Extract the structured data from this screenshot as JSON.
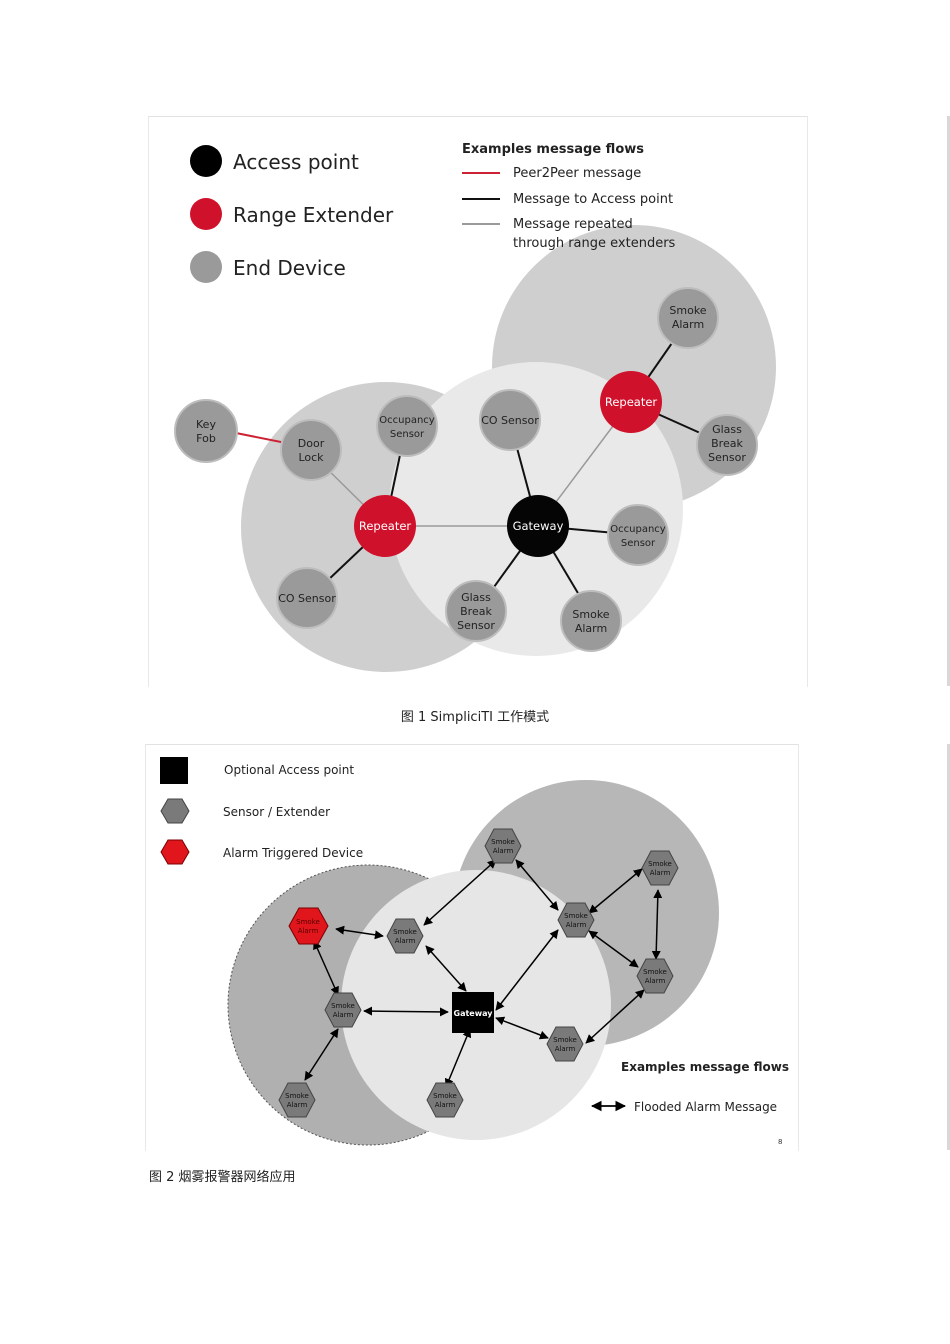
{
  "figure1": {
    "legend": {
      "access_point": "Access point",
      "range_extender": "Range Extender",
      "end_device": "End Device"
    },
    "flows_title": "Examples message flows",
    "flows": {
      "peer": "Peer2Peer message",
      "to_ap": "Message to Access point",
      "repeated_line1": "Message repeated",
      "repeated_line2": "through range extenders"
    },
    "colors": {
      "access_point": "#000000",
      "range_extender": "#d0112b",
      "end_device": "#9a9a9a",
      "peer_line": "#cc2233"
    },
    "nodes": {
      "gateway": "Gateway",
      "repeater_left": "Repeater",
      "repeater_right": "Repeater",
      "key_fob": [
        "Key",
        "Fob"
      ],
      "door_lock": [
        "Door",
        "Lock"
      ],
      "occupancy_left": [
        "Occupancy",
        "Sensor"
      ],
      "co_sensor_top": [
        "CO Sensor"
      ],
      "co_sensor_bottom": [
        "CO Sensor"
      ],
      "glass_break_bottom": [
        "Glass",
        "Break",
        "Sensor"
      ],
      "smoke_alarm_bottom": [
        "Smoke",
        "Alarm"
      ],
      "occupancy_right": [
        "Occupancy",
        "Sensor"
      ],
      "glass_break_right": [
        "Glass",
        "Break",
        "Sensor"
      ],
      "smoke_alarm_top": [
        "Smoke",
        "Alarm"
      ]
    }
  },
  "caption1": "图 1 SimpliciTI 工作模式",
  "figure2": {
    "legend": {
      "optional_ap": "Optional Access point",
      "sensor_extender": "Sensor / Extender",
      "alarm_triggered": "Alarm Triggered Device"
    },
    "flows_title": "Examples message flows",
    "flooded": "Flooded Alarm Message",
    "page_number": "8",
    "gateway": "Gateway",
    "alarm_label": [
      "Smoke",
      "Alarm"
    ],
    "colors": {
      "sensor": "#7a7a7a",
      "alarm": "#e0161c",
      "gateway": "#000000"
    }
  },
  "caption2": "图 2  烟雾报警器网络应用"
}
